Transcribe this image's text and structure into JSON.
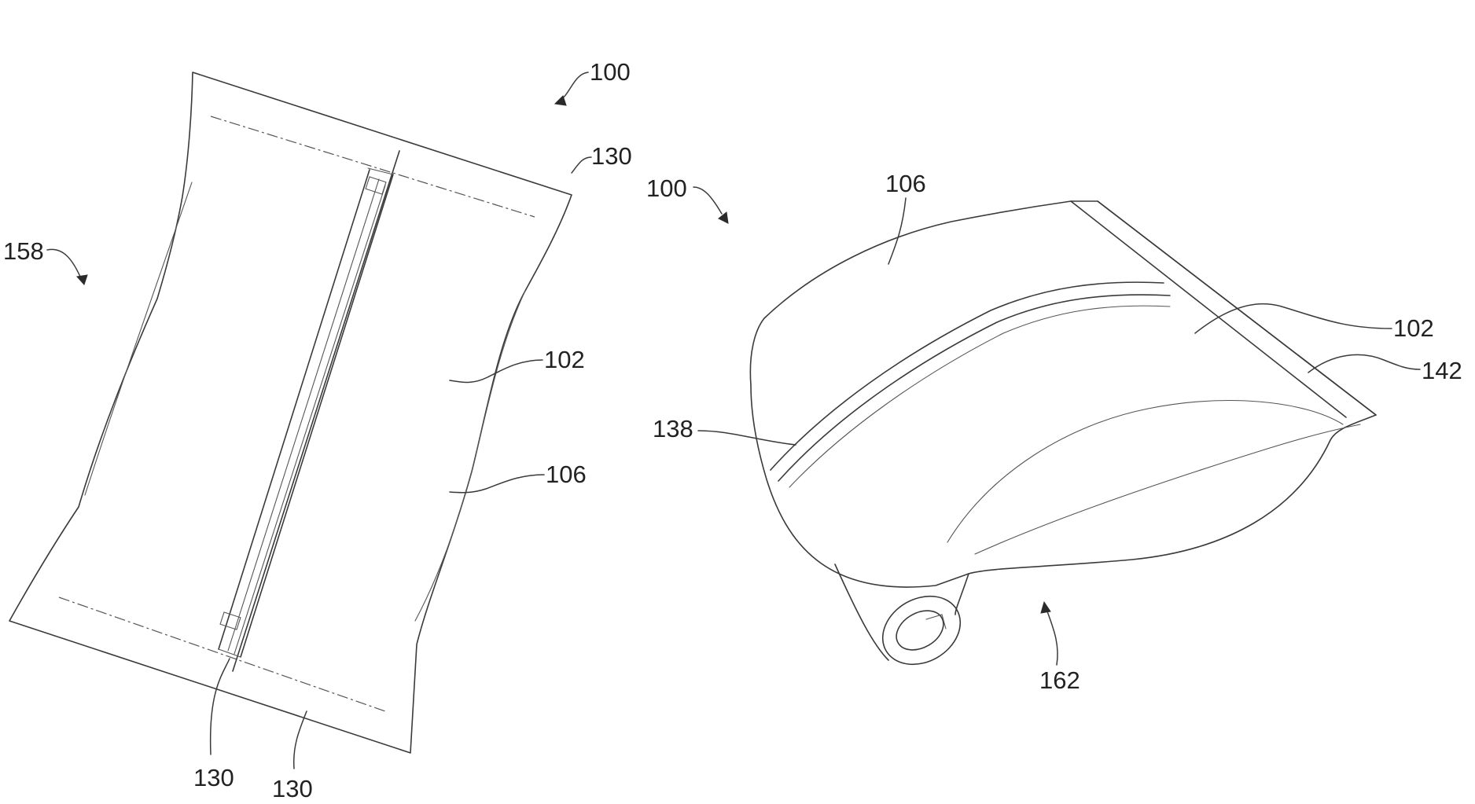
{
  "figure": {
    "left_view": {
      "labels": {
        "ref_100": "100",
        "ref_130_top": "130",
        "ref_158": "158",
        "ref_102": "102",
        "ref_106": "106",
        "ref_130_bottom_a": "130",
        "ref_130_bottom_b": "130"
      }
    },
    "right_view": {
      "labels": {
        "ref_100": "100",
        "ref_106": "106",
        "ref_102": "102",
        "ref_142": "142",
        "ref_138": "138",
        "ref_162": "162"
      }
    }
  },
  "colors": {
    "line": "#3a3a3a",
    "background": "#ffffff"
  }
}
